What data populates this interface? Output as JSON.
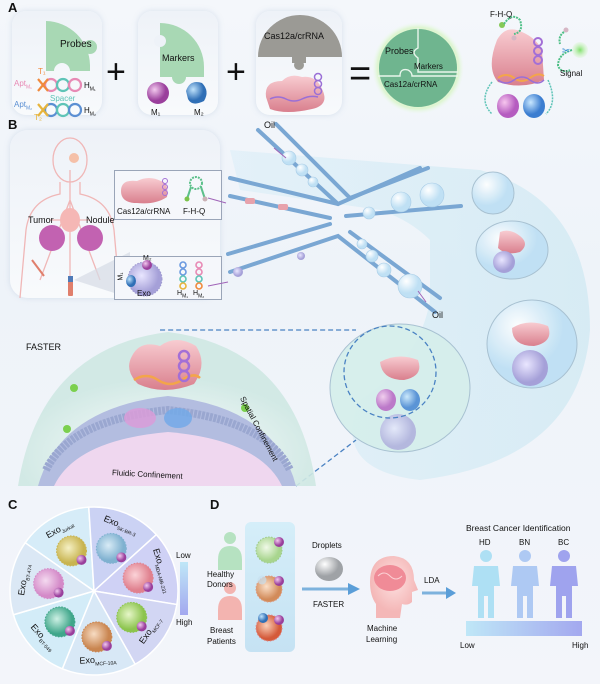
{
  "panels": {
    "A": {
      "letter": "A",
      "probes_card": {
        "puzzle_label": "Probes",
        "t1": "T₁",
        "t2": "T₂",
        "apt1": "Apt",
        "apt1_sub": "M₁",
        "apt2": "Apt",
        "apt2_sub": "M₂",
        "spacer": "Spacer",
        "h1": "H",
        "h1_sub": "M₁",
        "h2": "H",
        "h2_sub": "M₂"
      },
      "plus1": "+",
      "markers_card": {
        "puzzle_label": "Markers",
        "m1": "M₁",
        "m2": "M₂"
      },
      "plus2": "+",
      "cas_card": {
        "puzzle_label": "Cas12a/crRNA"
      },
      "equals": "=",
      "combined_circle": {
        "probes": "Probes",
        "markers": "Markers",
        "cas": "Cas12a/crRNA"
      },
      "fhq_label": "F-H-Q",
      "signal_label": "Signal"
    },
    "B": {
      "letter": "B",
      "tumor_label": "Tumor",
      "nodule_label": "Nodule",
      "cas_box": {
        "cas_label": "Cas12a/crRNA",
        "fhq_label": "F-H-Q"
      },
      "exo_box": {
        "m1": "M₁",
        "m2": "M₂",
        "exo": "Exo",
        "h": "H",
        "h1_sub": "M₁",
        "h2_sub": "M₂"
      },
      "oil_top": "Oil",
      "oil_bottom": "Oil",
      "faster_label": "FASTER",
      "spatial_label": "Spatial Confinement",
      "fluidic_label": "Fluidic Confinement"
    },
    "C": {
      "letter": "C",
      "segments": [
        {
          "name": "Exo",
          "sub": "Jurkat"
        },
        {
          "name": "Exo",
          "sub": "SK-BR-3"
        },
        {
          "name": "Exo",
          "sub": "MDA-MB-231"
        },
        {
          "name": "Exo",
          "sub": "MCF-7"
        },
        {
          "name": "Exo",
          "sub": "MCF-10A"
        },
        {
          "name": "Exo",
          "sub": "BT-549"
        },
        {
          "name": "Exo",
          "sub": "BT-474"
        }
      ],
      "scale_low": "Low",
      "scale_high": "High"
    },
    "D": {
      "letter": "D",
      "healthy_label_1": "Healthy",
      "healthy_label_2": "Donors",
      "breast_label_1": "Breast",
      "breast_label_2": "Patients",
      "droplets_label": "Droplets",
      "faster_label": "FASTER",
      "ml_label_1": "Machine",
      "ml_label_2": "Learning",
      "lda_label": "LDA",
      "identification_title": "Breast Cancer Identification",
      "groups": [
        "HD",
        "BN",
        "BC"
      ],
      "scale_low": "Low",
      "scale_high": "High"
    }
  },
  "colors": {
    "puzzle_green": "#a8d8b4",
    "cas_gray": "#9b9a95",
    "circle_green": "#6fb58f",
    "channel_blue": "#7aa7d3",
    "dash_blue": "#4a82c3",
    "membrane_blue": "#a6b3d6",
    "protein_pink": "#e9a7b0",
    "scale_low": "#bfe7f7",
    "scale_high": "#a3a8ef"
  }
}
